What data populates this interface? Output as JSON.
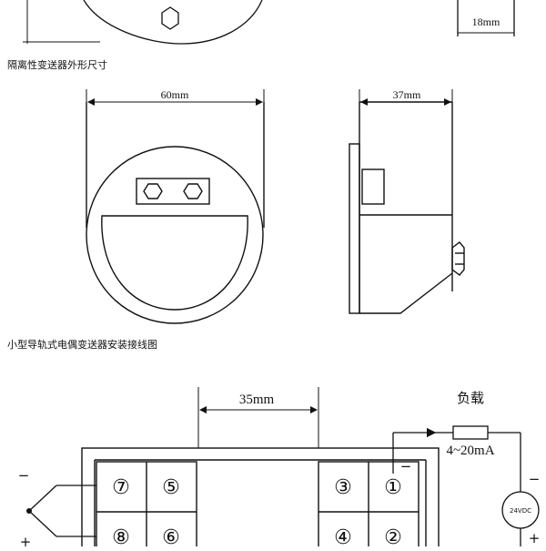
{
  "top": {
    "caption": "隔离性变送器外形尺寸",
    "side_dim": "18mm"
  },
  "middle": {
    "front_width": "60mm",
    "side_width": "37mm",
    "caption": "小型导轨式电偶变送器安装接线图"
  },
  "wiring": {
    "dim_35": "35mm",
    "load_label": "负载",
    "current_range": "4~20mA",
    "power_label": "24VDC",
    "terminals": [
      "⑦",
      "⑤",
      "③",
      "①",
      "⑧",
      "⑥",
      "④",
      "②"
    ],
    "sign_minus_left": "−",
    "sign_plus_left": "+",
    "sign_minus_t1": "−",
    "sign_minus_pwr": "−",
    "sign_plus_pwr": "+"
  }
}
